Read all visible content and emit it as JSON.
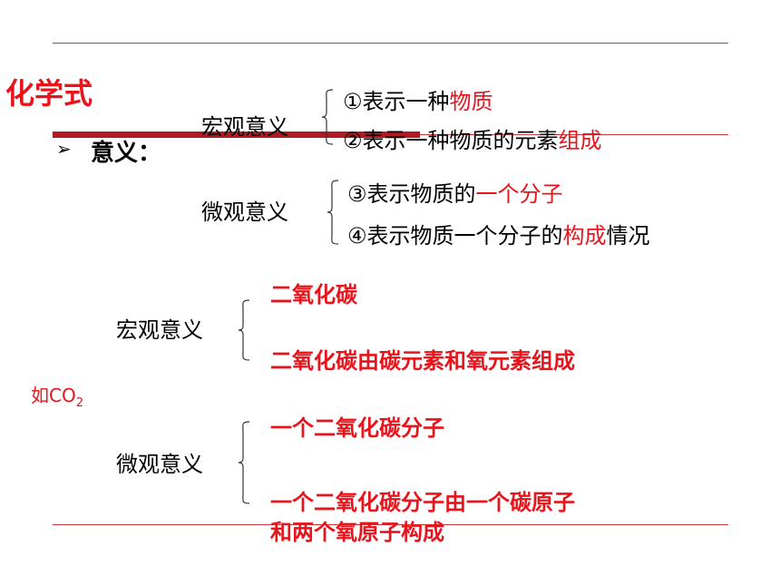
{
  "heading": {
    "title": "化学式"
  },
  "bullet": {
    "marker": "➢",
    "label": "意义："
  },
  "top": {
    "macro": {
      "label": "宏观意义",
      "items": [
        {
          "text": "①表示一种",
          "highlight": "物质",
          "tail": ""
        },
        {
          "text": "②表示一种物质的元素",
          "highlight": "组成",
          "tail": ""
        }
      ]
    },
    "micro": {
      "label": "微观意义",
      "items": [
        {
          "text": "③表示物质的",
          "highlight": "一个分子",
          "tail": ""
        },
        {
          "text": "④表示物质一个分子的",
          "highlight": "构成",
          "tail": "情况"
        }
      ]
    }
  },
  "example": {
    "prefix": "如CO",
    "subscript": "2",
    "macro": {
      "label": "宏观意义",
      "items": [
        "二氧化碳",
        "二氧化碳由碳元素和氧元素组成"
      ]
    },
    "micro": {
      "label": "微观意义",
      "items": [
        "一个二氧化碳分子",
        "一个二氧化碳分子由一个碳原子",
        "和两个氧原子构成"
      ]
    }
  },
  "colors": {
    "accent_red": "#e8141c",
    "line_red": "#c8393b",
    "bar_red": "#b01a22"
  }
}
